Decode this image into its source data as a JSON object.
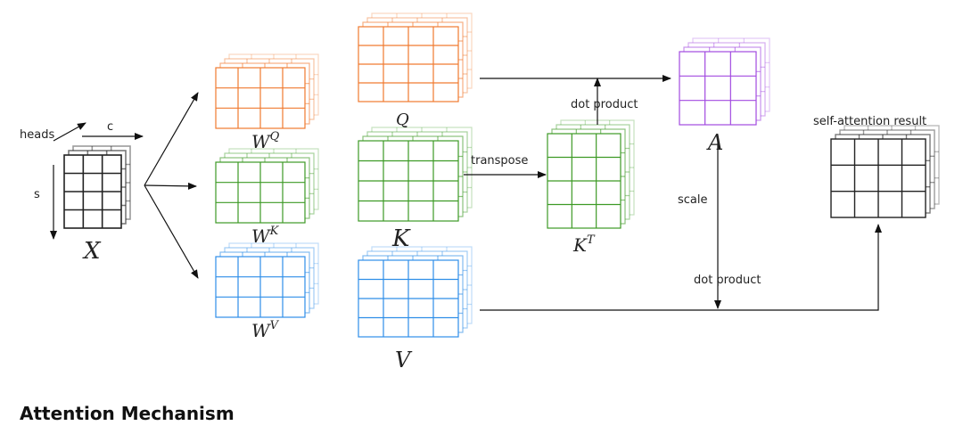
{
  "page": {
    "title": "Attention Mechanism"
  },
  "colors": {
    "x": "#222222",
    "wq": "#f07a30",
    "wk": "#3d9a25",
    "wv": "#2e8ee8",
    "a": "#a24ae0",
    "result": "#222222",
    "arrow": "#111111"
  },
  "labels": {
    "heads": "heads",
    "c": "c",
    "s": "s",
    "transpose": "transpose",
    "dot_product_top": "dot product",
    "scale": "scale",
    "dot_product_bottom": "dot product",
    "result": "self-attention result"
  },
  "symbols": {
    "x": "X",
    "w": "W",
    "wq_sup": "Q",
    "wk_sup": "K",
    "wv_sup": "V",
    "q": "Q",
    "k": "K",
    "v": "V",
    "kt": "K",
    "kt_sup": "T",
    "a": "A"
  }
}
